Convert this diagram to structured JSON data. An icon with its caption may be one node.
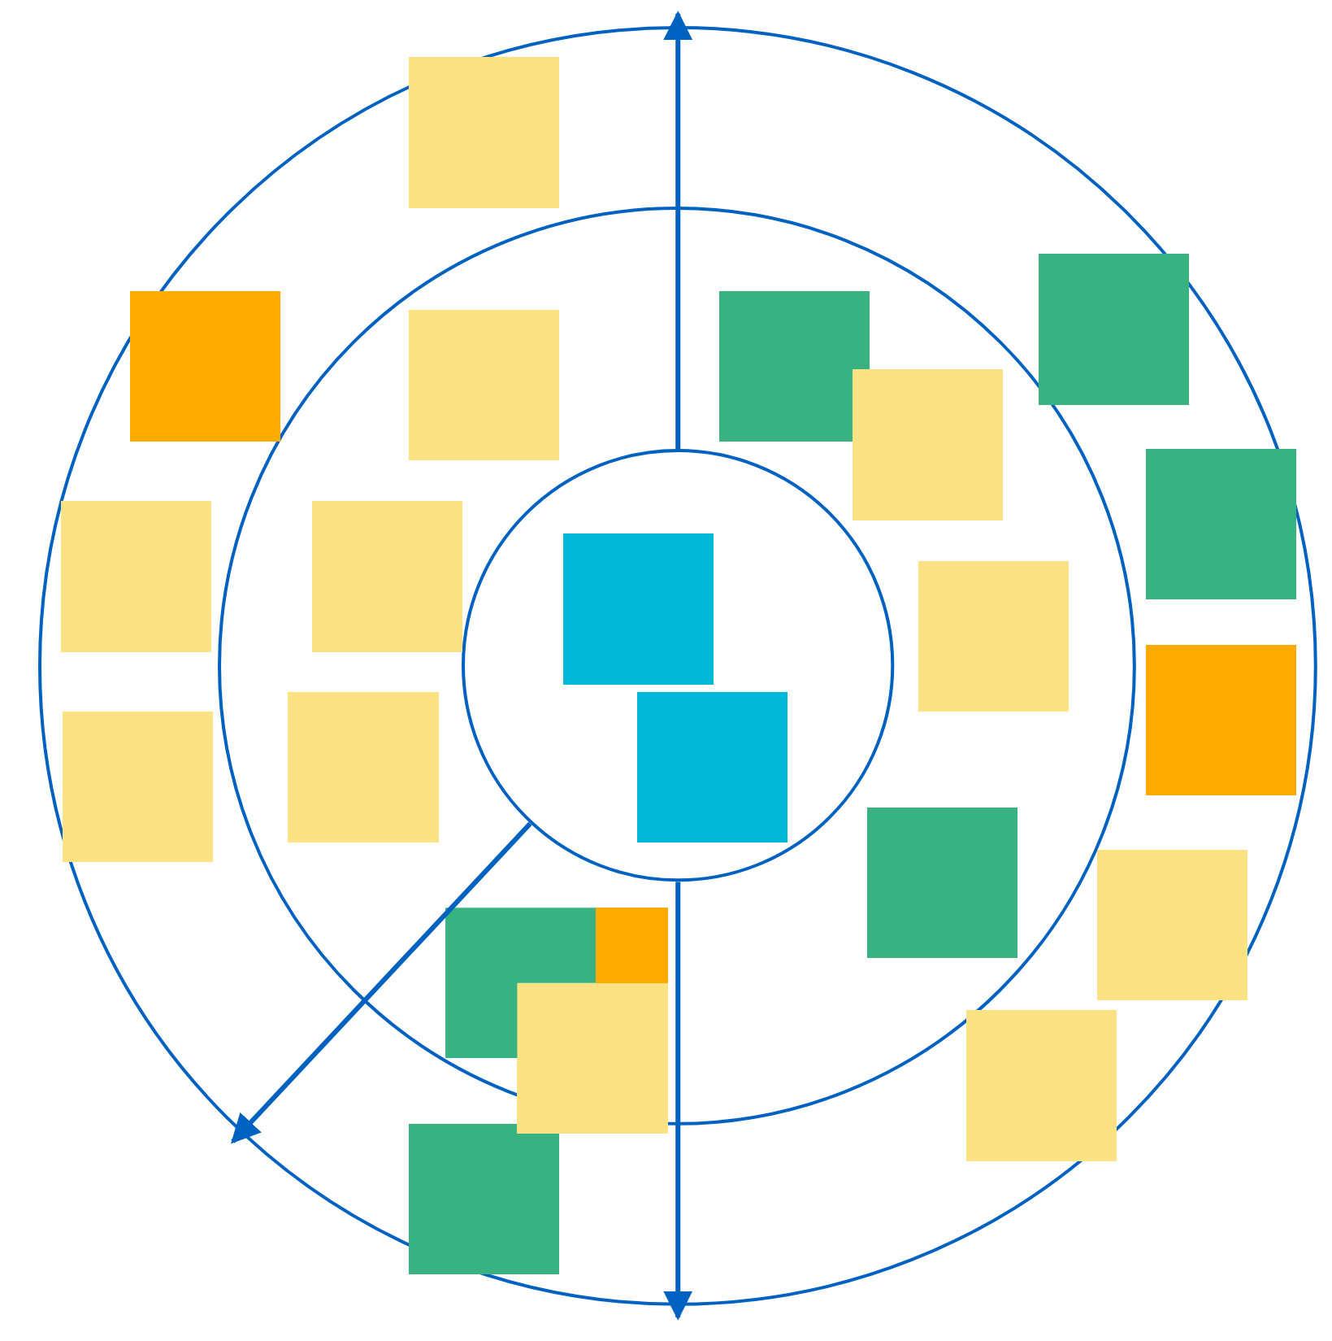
{
  "diagram": {
    "nodes": [
      {
        "text": [],
        "shape": "circle"
      },
      {
        "text": [],
        "shape": "circle",
        "in": 0
      },
      {
        "text": [],
        "shape": "circle",
        "in": 1
      },
      {
        "text": [],
        "shape": "box",
        "in": 0
      },
      {
        "text": [],
        "shape": "box",
        "in": 0
      },
      {
        "text": [],
        "shape": "box",
        "in": 0
      },
      {
        "text": [],
        "shape": "box",
        "in": 1
      },
      {
        "text": [],
        "shape": "box",
        "in": 1
      },
      {
        "text": [],
        "shape": "box",
        "in": 1
      },
      {
        "text": [],
        "shape": "box",
        "in": 0
      },
      {
        "text": [],
        "shape": "box",
        "in": 0
      },
      {
        "text": [],
        "shape": "box",
        "in": 1
      },
      {
        "text": [],
        "shape": "box",
        "in": 2
      },
      {
        "text": [],
        "shape": "box",
        "in": 1
      },
      {
        "text": [],
        "shape": "box",
        "in": 0
      },
      {
        "text": [],
        "shape": "box",
        "in": 1
      },
      {
        "text": [],
        "shape": "box",
        "in": 2
      },
      {
        "text": [],
        "shape": "box",
        "in": 0
      },
      {
        "text": [],
        "shape": "box",
        "in": 1
      },
      {
        "text": [],
        "shape": "box",
        "in": 0
      },
      {
        "text": [],
        "shape": "box",
        "in": 1
      },
      {
        "text": [],
        "shape": "box",
        "in": 1
      },
      {
        "text": [],
        "shape": "box",
        "in": 1
      },
      {
        "text": [],
        "shape": "box",
        "in": 0
      },
      {
        "text": [],
        "shape": "box",
        "in": 0
      }
    ],
    "edges": [
      {
        "from": 2,
        "to": 0,
        "arrow": "to"
      },
      {
        "from": 2,
        "to": 0,
        "arrow": "to"
      },
      {
        "from": 2,
        "to": 0,
        "arrow": "to"
      }
    ]
  }
}
